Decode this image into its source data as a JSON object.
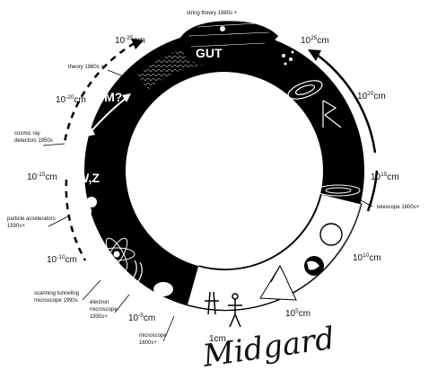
{
  "diagram": {
    "caption": "Midgard",
    "colors": {
      "band": "#000000",
      "light_band": "#ffffff",
      "ink": "#111111"
    },
    "scale_labels": [
      {
        "base": "10",
        "exp": "-25",
        "unit": "cm"
      },
      {
        "base": "10",
        "exp": "-20",
        "unit": "cm"
      },
      {
        "base": "10",
        "exp": "-15",
        "unit": "cm"
      },
      {
        "base": "10",
        "exp": "-10",
        "unit": "cm"
      },
      {
        "base": "10",
        "exp": "-5",
        "unit": "cm"
      },
      {
        "base": "",
        "exp": "",
        "unit": "1cm"
      },
      {
        "base": "10",
        "exp": "5",
        "unit": "cm"
      },
      {
        "base": "10",
        "exp": "10",
        "unit": "cm"
      },
      {
        "base": "10",
        "exp": "15",
        "unit": "cm"
      },
      {
        "base": "10",
        "exp": "20",
        "unit": "cm"
      },
      {
        "base": "10",
        "exp": "25",
        "unit": "cm"
      }
    ],
    "band_labels": {
      "gut": "GUT",
      "dm": "DM?",
      "wz": "W,Z"
    },
    "eras": {
      "string_theory": "string theory 1980s +",
      "theory": "theory 1980s +",
      "cosmic_ray": [
        "cosmic ray",
        "detectors 1950s"
      ],
      "particle_accel": [
        "particle accelerators",
        "1930s+"
      ],
      "stm": [
        "scanning tunneling",
        "microscope 1990s"
      ],
      "electron": [
        "electron",
        "microscope",
        "1930s+"
      ],
      "microscope": [
        "microscope",
        "1600s+"
      ],
      "telescope": "telescope 1600s+"
    },
    "icons": [
      "serpent-head-icon",
      "galaxy-icon",
      "atom-icon",
      "planet-icon",
      "mountain-icon",
      "human-icon"
    ]
  }
}
